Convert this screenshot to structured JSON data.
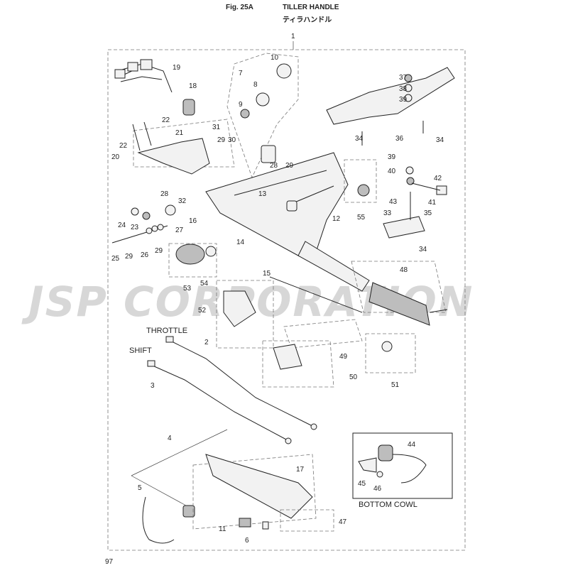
{
  "header": {
    "figure": "Fig. 25A",
    "title": "TILLER HANDLE",
    "title_jp": "ティラハンドル"
  },
  "watermark": "JSP CORPORATION",
  "page_number": "97",
  "labels": {
    "throttle": "THROTTLE",
    "shift": "SHIFT",
    "bottom_cowl": "BOTTOM COWL"
  },
  "callouts": [
    "1",
    "2",
    "3",
    "4",
    "5",
    "6",
    "7",
    "8",
    "9",
    "10",
    "11",
    "12",
    "13",
    "14",
    "15",
    "16",
    "17",
    "18",
    "19",
    "20",
    "21",
    "22",
    "22",
    "23",
    "24",
    "25",
    "26",
    "27",
    "28",
    "28",
    "29",
    "29",
    "29",
    "29",
    "30",
    "31",
    "32",
    "33",
    "34",
    "34",
    "34",
    "35",
    "36",
    "37",
    "38",
    "39",
    "39",
    "40",
    "41",
    "42",
    "43",
    "44",
    "45",
    "46",
    "47",
    "48",
    "49",
    "50",
    "51",
    "52",
    "53",
    "54",
    "55"
  ]
}
